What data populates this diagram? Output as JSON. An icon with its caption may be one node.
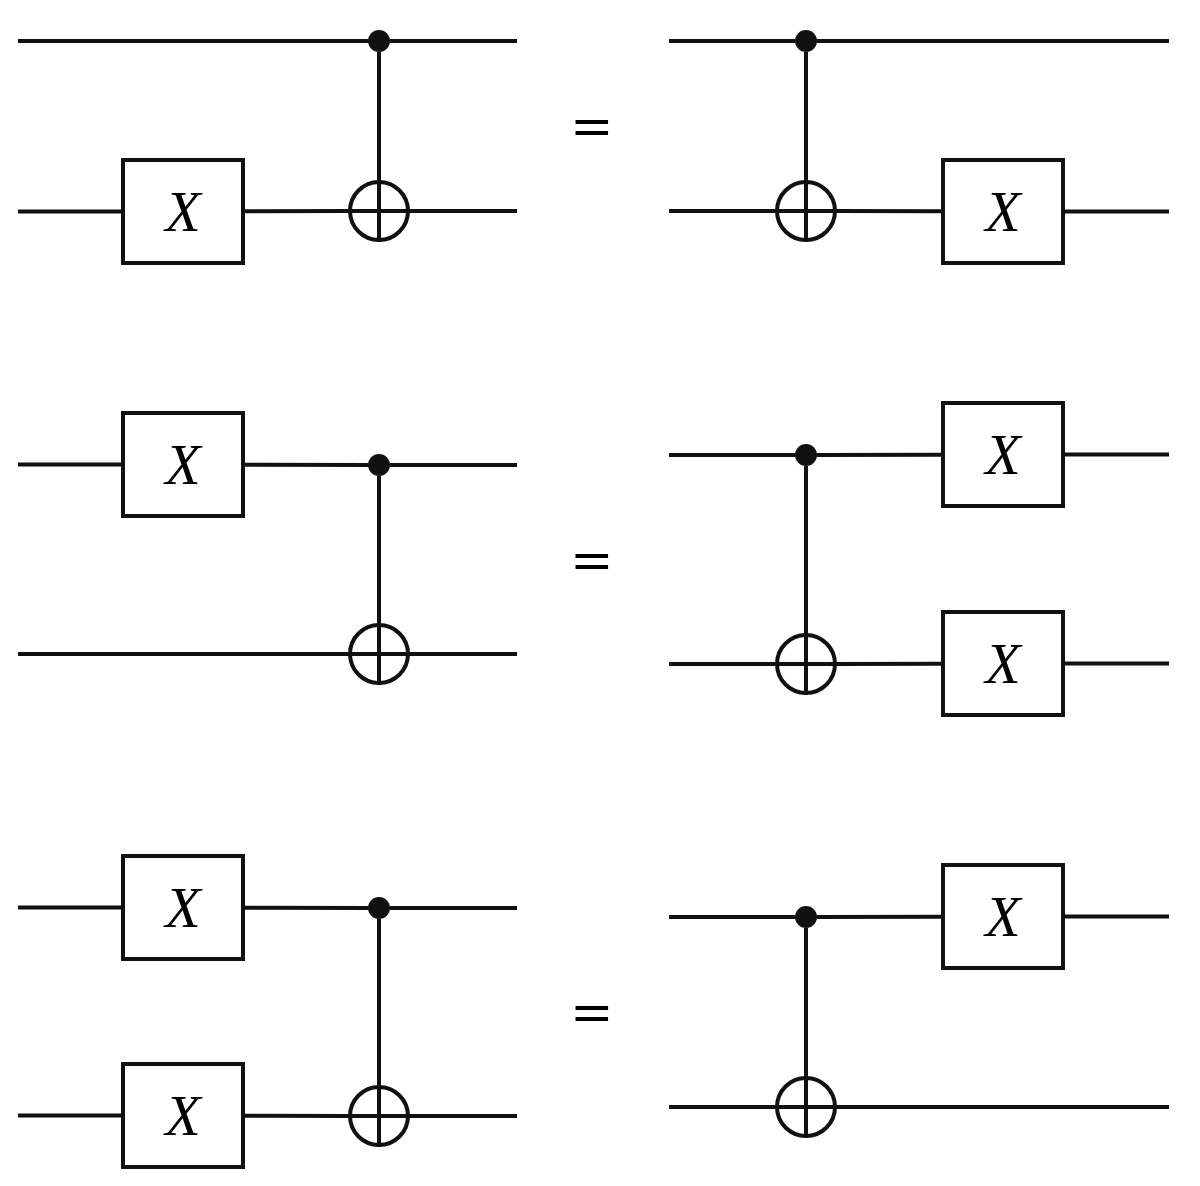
{
  "diagram": {
    "nodes": [
      {
        "text": [],
        "shape": "dot"
      },
      {
        "text": [
          "X"
        ]
      },
      {
        "text": [],
        "shape": "circle"
      },
      {
        "text": [],
        "shape": "dot"
      },
      {
        "text": [],
        "shape": "circle"
      },
      {
        "text": [
          "X"
        ]
      },
      {
        "text": [
          "X"
        ]
      },
      {
        "text": [],
        "shape": "dot"
      },
      {
        "text": [],
        "shape": "circle"
      },
      {
        "text": [],
        "shape": "dot"
      },
      {
        "text": [
          "X"
        ]
      },
      {
        "text": [],
        "shape": "circle"
      },
      {
        "text": [
          "X"
        ]
      },
      {
        "text": [
          "X"
        ]
      },
      {
        "text": [],
        "shape": "dot"
      },
      {
        "text": [
          "X"
        ]
      },
      {
        "text": [],
        "shape": "circle"
      },
      {
        "text": [],
        "shape": "dot"
      },
      {
        "text": [
          "X"
        ]
      },
      {
        "text": [],
        "shape": "circle"
      }
    ],
    "edges": [
      {
        "from": null,
        "to": 0,
        "arrow": "none"
      },
      {
        "from": 0,
        "to": null,
        "arrow": "none"
      },
      {
        "from": null,
        "to": 1,
        "arrow": "none"
      },
      {
        "from": 1,
        "to": 2,
        "arrow": "none"
      },
      {
        "from": 2,
        "to": null,
        "arrow": "none"
      },
      {
        "from": 0,
        "to": 2,
        "arrow": "none"
      },
      {
        "from": null,
        "to": 3,
        "arrow": "none"
      },
      {
        "from": 3,
        "to": null,
        "arrow": "none"
      },
      {
        "from": null,
        "to": 4,
        "arrow": "none"
      },
      {
        "from": 4,
        "to": 5,
        "arrow": "none"
      },
      {
        "from": 5,
        "to": null,
        "arrow": "none"
      },
      {
        "from": 3,
        "to": 4,
        "arrow": "none"
      },
      {
        "from": null,
        "to": 6,
        "arrow": "none"
      },
      {
        "from": 6,
        "to": 7,
        "arrow": "none"
      },
      {
        "from": 7,
        "to": null,
        "arrow": "none"
      },
      {
        "from": null,
        "to": 8,
        "arrow": "none"
      },
      {
        "from": 8,
        "to": null,
        "arrow": "none"
      },
      {
        "from": 7,
        "to": 8,
        "arrow": "none"
      },
      {
        "from": null,
        "to": 9,
        "arrow": "none"
      },
      {
        "from": 9,
        "to": 10,
        "arrow": "none"
      },
      {
        "from": 10,
        "to": null,
        "arrow": "none"
      },
      {
        "from": null,
        "to": 11,
        "arrow": "none"
      },
      {
        "from": 11,
        "to": 12,
        "arrow": "none"
      },
      {
        "from": 12,
        "to": null,
        "arrow": "none"
      },
      {
        "from": 9,
        "to": 11,
        "arrow": "none"
      },
      {
        "from": null,
        "to": 13,
        "arrow": "none"
      },
      {
        "from": 13,
        "to": 14,
        "arrow": "none"
      },
      {
        "from": 14,
        "to": null,
        "arrow": "none"
      },
      {
        "from": null,
        "to": 15,
        "arrow": "none"
      },
      {
        "from": 15,
        "to": 16,
        "arrow": "none"
      },
      {
        "from": 16,
        "to": null,
        "arrow": "none"
      },
      {
        "from": 14,
        "to": 16,
        "arrow": "none"
      },
      {
        "from": null,
        "to": 17,
        "arrow": "none"
      },
      {
        "from": 17,
        "to": 18,
        "arrow": "none"
      },
      {
        "from": 18,
        "to": null,
        "arrow": "none"
      },
      {
        "from": null,
        "to": 19,
        "arrow": "none"
      },
      {
        "from": 19,
        "to": null,
        "arrow": "none"
      },
      {
        "from": 17,
        "to": 19,
        "arrow": "none"
      }
    ],
    "labels": [
      "=",
      "=",
      "="
    ]
  }
}
